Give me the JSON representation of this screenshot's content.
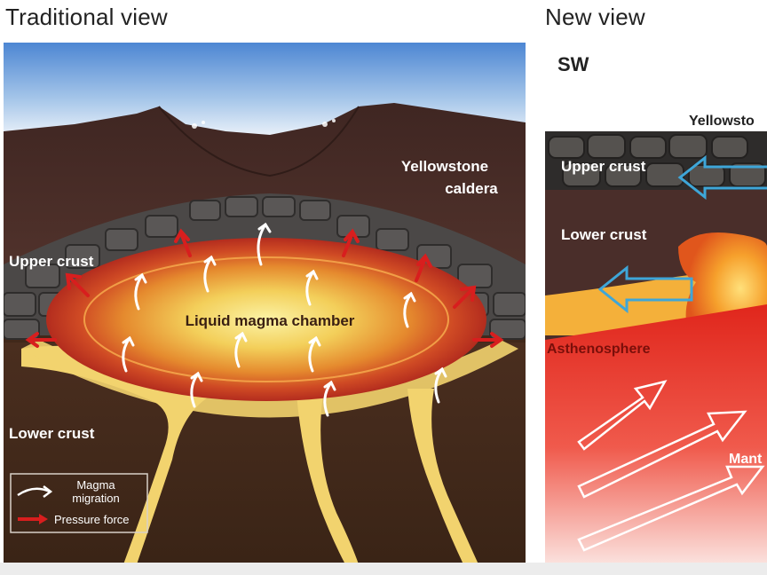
{
  "left_panel": {
    "title": "Traditional view",
    "labels": {
      "caldera_line1": "Yellowstone",
      "caldera_line2": "caldera",
      "upper_crust": "Upper crust",
      "chamber": "Liquid magma chamber",
      "lower_crust": "Lower crust"
    },
    "legend": {
      "migration_line1": "Magma",
      "migration_line2": "migration",
      "pressure": "Pressure force"
    }
  },
  "right_panel": {
    "title": "New view",
    "direction": "SW",
    "labels": {
      "yellowstone_cut": "Yellowsto",
      "upper_crust": "Upper crust",
      "lower_crust": "Lower crust",
      "asthenosphere": "Asthenosphere",
      "mantle_cut": "Mant"
    }
  },
  "colors": {
    "sky": "#5b8fd6",
    "crust_dark": "#4a2e2a",
    "rock": "#4d4b4a",
    "magma_outer": "#c0392b",
    "magma_inner": "#f6e27a",
    "pressure_arrow": "#d81e1e",
    "flow_arrow": "#3ea6d8"
  }
}
